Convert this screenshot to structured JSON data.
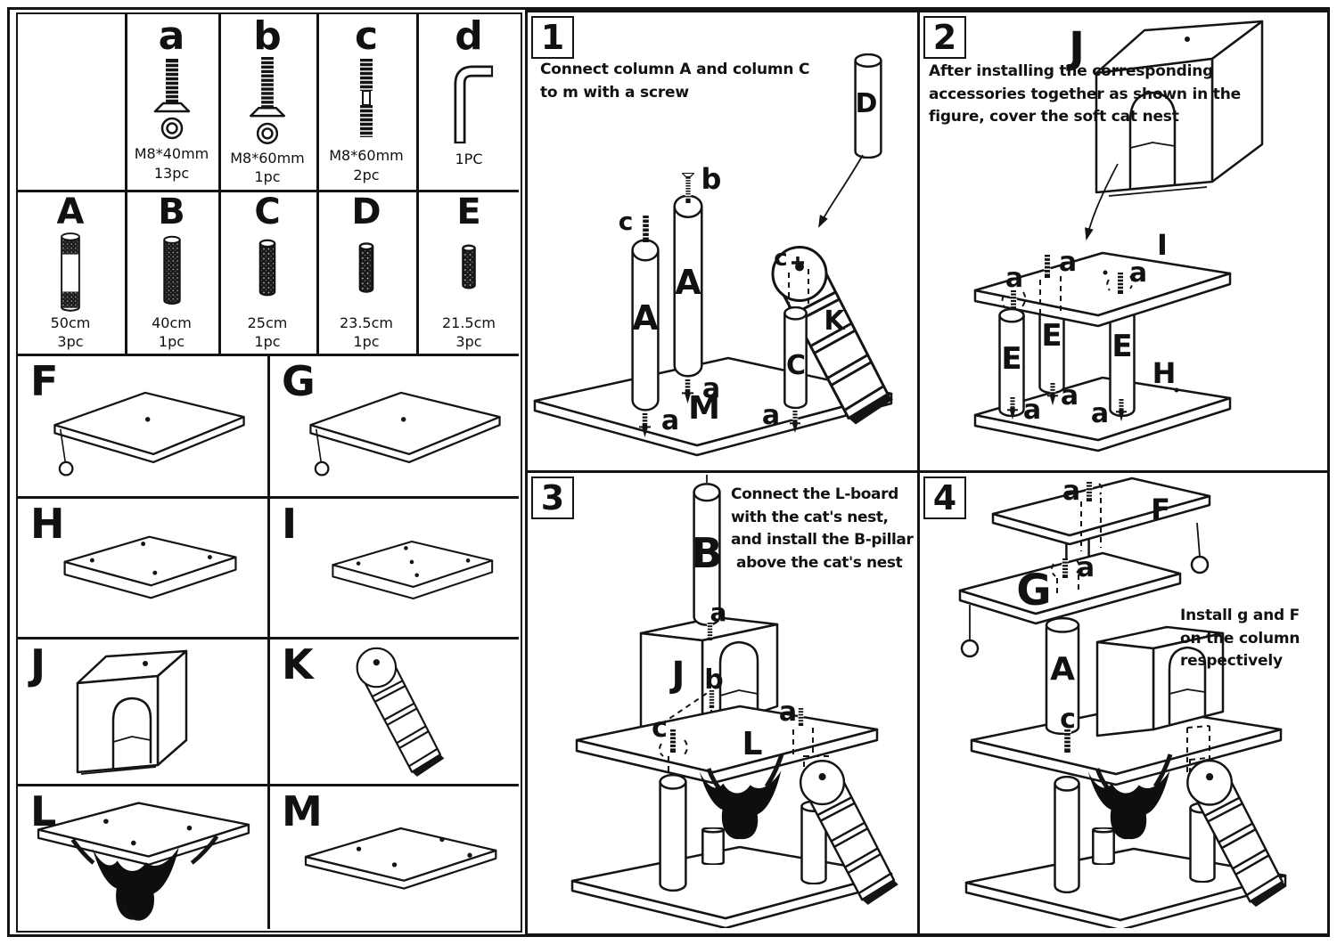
{
  "parts": {
    "hardware": [
      {
        "label": "a",
        "spec": "M8*40mm",
        "qty": "13pc"
      },
      {
        "label": "b",
        "spec": "M8*60mm",
        "qty": "1pc"
      },
      {
        "label": "c",
        "spec": "M8*60mm",
        "qty": "2pc"
      },
      {
        "label": "d",
        "spec": "",
        "qty": "1PC"
      }
    ],
    "columns": [
      {
        "label": "A",
        "size": "50cm",
        "qty": "3pc"
      },
      {
        "label": "B",
        "size": "40cm",
        "qty": "1pc"
      },
      {
        "label": "C",
        "size": "25cm",
        "qty": "1pc"
      },
      {
        "label": "D",
        "size": "23.5cm",
        "qty": "1pc"
      },
      {
        "label": "E",
        "size": "21.5cm",
        "qty": "3pc"
      }
    ],
    "boards": {
      "F": "F",
      "G": "G",
      "H": "H",
      "I": "I",
      "J": "J",
      "K": "K",
      "L": "L",
      "M": "M"
    }
  },
  "steps": {
    "s1": {
      "number": "1",
      "lines": [
        "Connect column A and column C",
        "to m with a screw"
      ],
      "ann": {
        "D": "D",
        "b": "b",
        "cTop": "c",
        "colA1": "A",
        "colA2": "A",
        "aLeft": "a",
        "aRight": "a",
        "M": "M",
        "cLadder": "c",
        "K": "K",
        "C": "C",
        "aC": "a"
      }
    },
    "s2": {
      "number": "2",
      "lines": [
        "After installing the corresponding",
        "accessories together as shown in the",
        "figure, cover the soft cat nest"
      ],
      "ann": {
        "J": "J",
        "I": "I",
        "H": "H",
        "E1": "E",
        "E2": "E",
        "E3": "E",
        "aT1": "a",
        "aT2": "a",
        "aT3": "a",
        "aB1": "a",
        "aB2": "a",
        "aB3": "a"
      }
    },
    "s3": {
      "number": "3",
      "lines": [
        "Connect the L-board",
        "with the cat's nest,",
        "and install the B-pillar",
        "above the cat's nest"
      ],
      "ann": {
        "B": "B",
        "aTop": "a",
        "J": "J",
        "b": "b",
        "c": "c",
        "L": "L",
        "aRight": "a"
      }
    },
    "s4": {
      "number": "4",
      "lines": [
        "Install g and F",
        "on the column",
        "respectively"
      ],
      "ann": {
        "aF": "a",
        "F": "F",
        "G": "G",
        "aG": "a",
        "A": "A",
        "c": "c"
      }
    }
  }
}
